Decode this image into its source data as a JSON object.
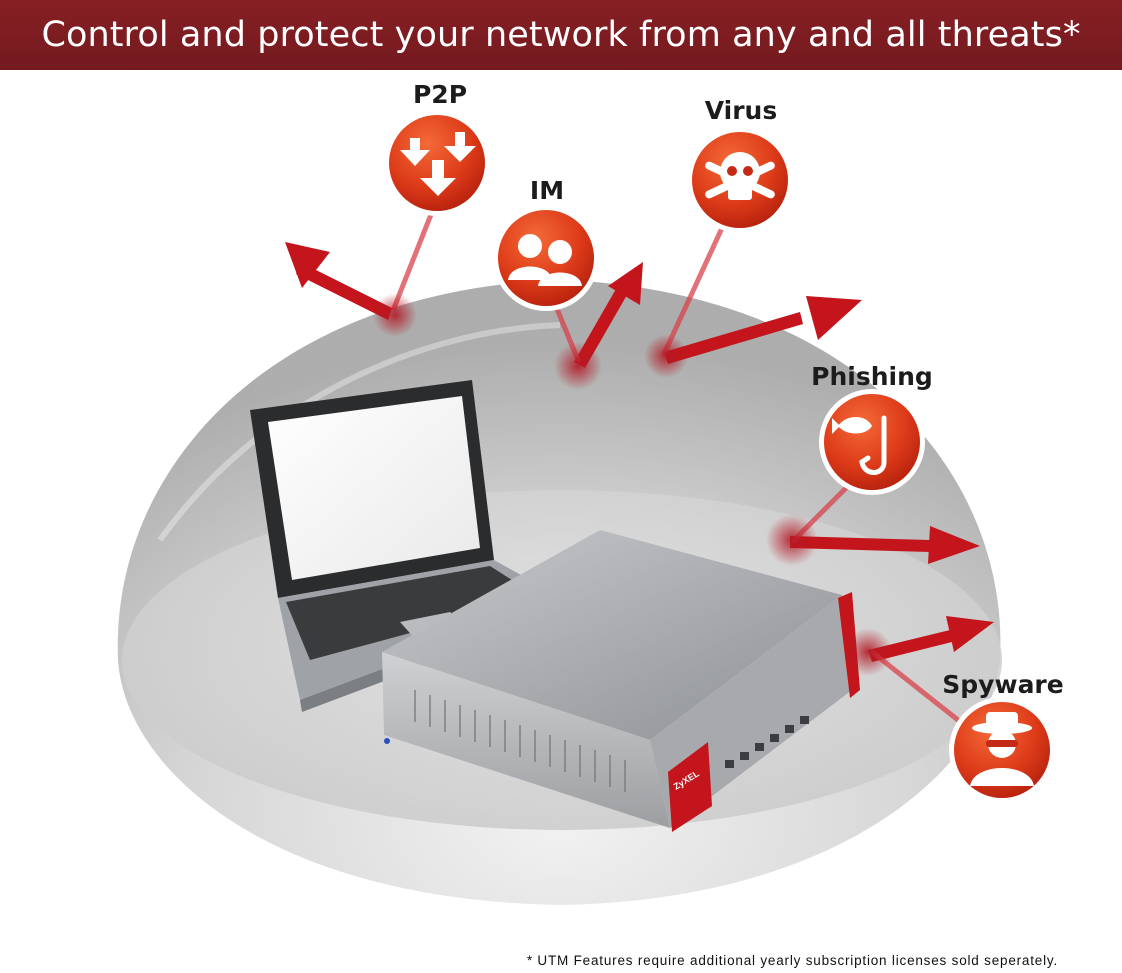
{
  "banner": {
    "title": "Control and protect your network from any and all threats*",
    "background": "#7c1d22"
  },
  "threats": [
    {
      "id": "p2p",
      "label": "P2P",
      "icon": "download-arrows-icon"
    },
    {
      "id": "im",
      "label": "IM",
      "icon": "users-icon"
    },
    {
      "id": "virus",
      "label": "Virus",
      "icon": "skull-crossbones-icon"
    },
    {
      "id": "phishing",
      "label": "Phishing",
      "icon": "fish-hook-icon"
    },
    {
      "id": "spyware",
      "label": "Spyware",
      "icon": "spy-icon"
    }
  ],
  "device": {
    "brand": "ZyXEL"
  },
  "colors": {
    "threat_red": "#d8301a",
    "arrow_red": "#c4151c",
    "dome_gray": "#bdbdbd"
  },
  "footnote": "* UTM Features require additional yearly subscription licenses sold seperately."
}
